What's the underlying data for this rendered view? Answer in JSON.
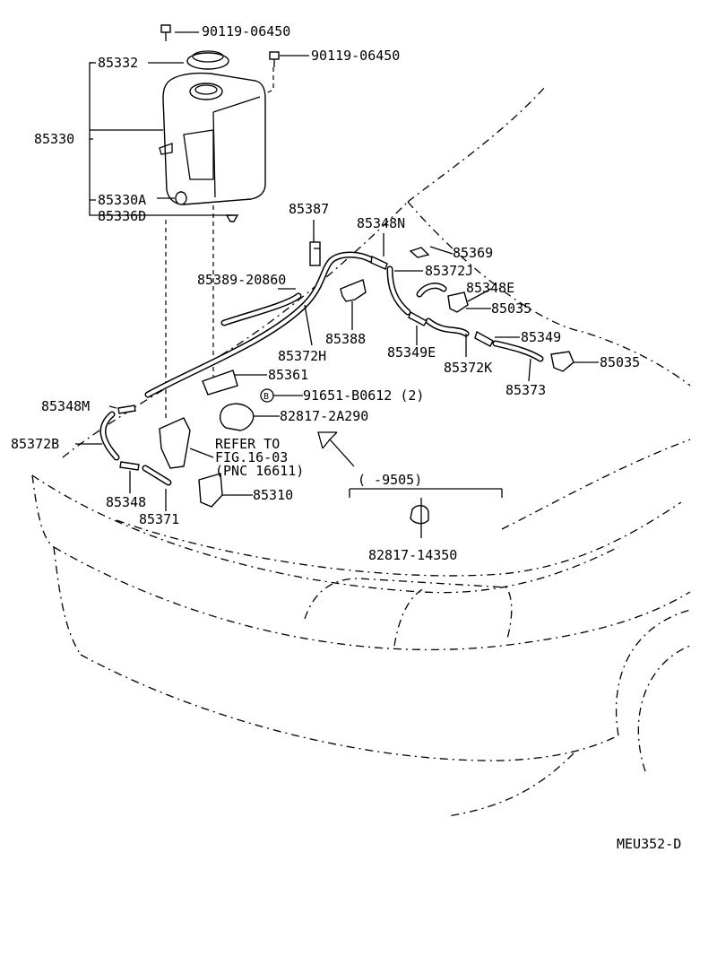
{
  "diagram_code": "MEU352-D",
  "labels": {
    "p90119_top": "90119-06450",
    "p90119_side": "90119-06450",
    "p85332": "85332",
    "p85330": "85330",
    "p85330A": "85330A",
    "p85336D": "85336D",
    "p85387": "85387",
    "p85348N": "85348N",
    "p85369": "85369",
    "p85372J": "85372J",
    "p85389": "85389-20860",
    "p85348E": "85348E",
    "p85388": "85388",
    "p85035_a": "85035",
    "p85372H": "85372H",
    "p85349E": "85349E",
    "p85349": "85349",
    "p85372K": "85372K",
    "p85035_b": "85035",
    "p85361": "85361",
    "p85373": "85373",
    "p91651": "91651-B0612 (2)",
    "p91651_marker": "B",
    "p85348M": "85348M",
    "p82817_2A": "82817-2A290",
    "p85372B": "85372B",
    "refer_line1": "REFER TO",
    "refer_line2": "FIG.16-03",
    "refer_line3": "(PNC 16611)",
    "p85348": "85348",
    "p85310": "85310",
    "p85371": "85371",
    "date_range": "(      -9505)",
    "p82817_14": "82817-14350"
  }
}
